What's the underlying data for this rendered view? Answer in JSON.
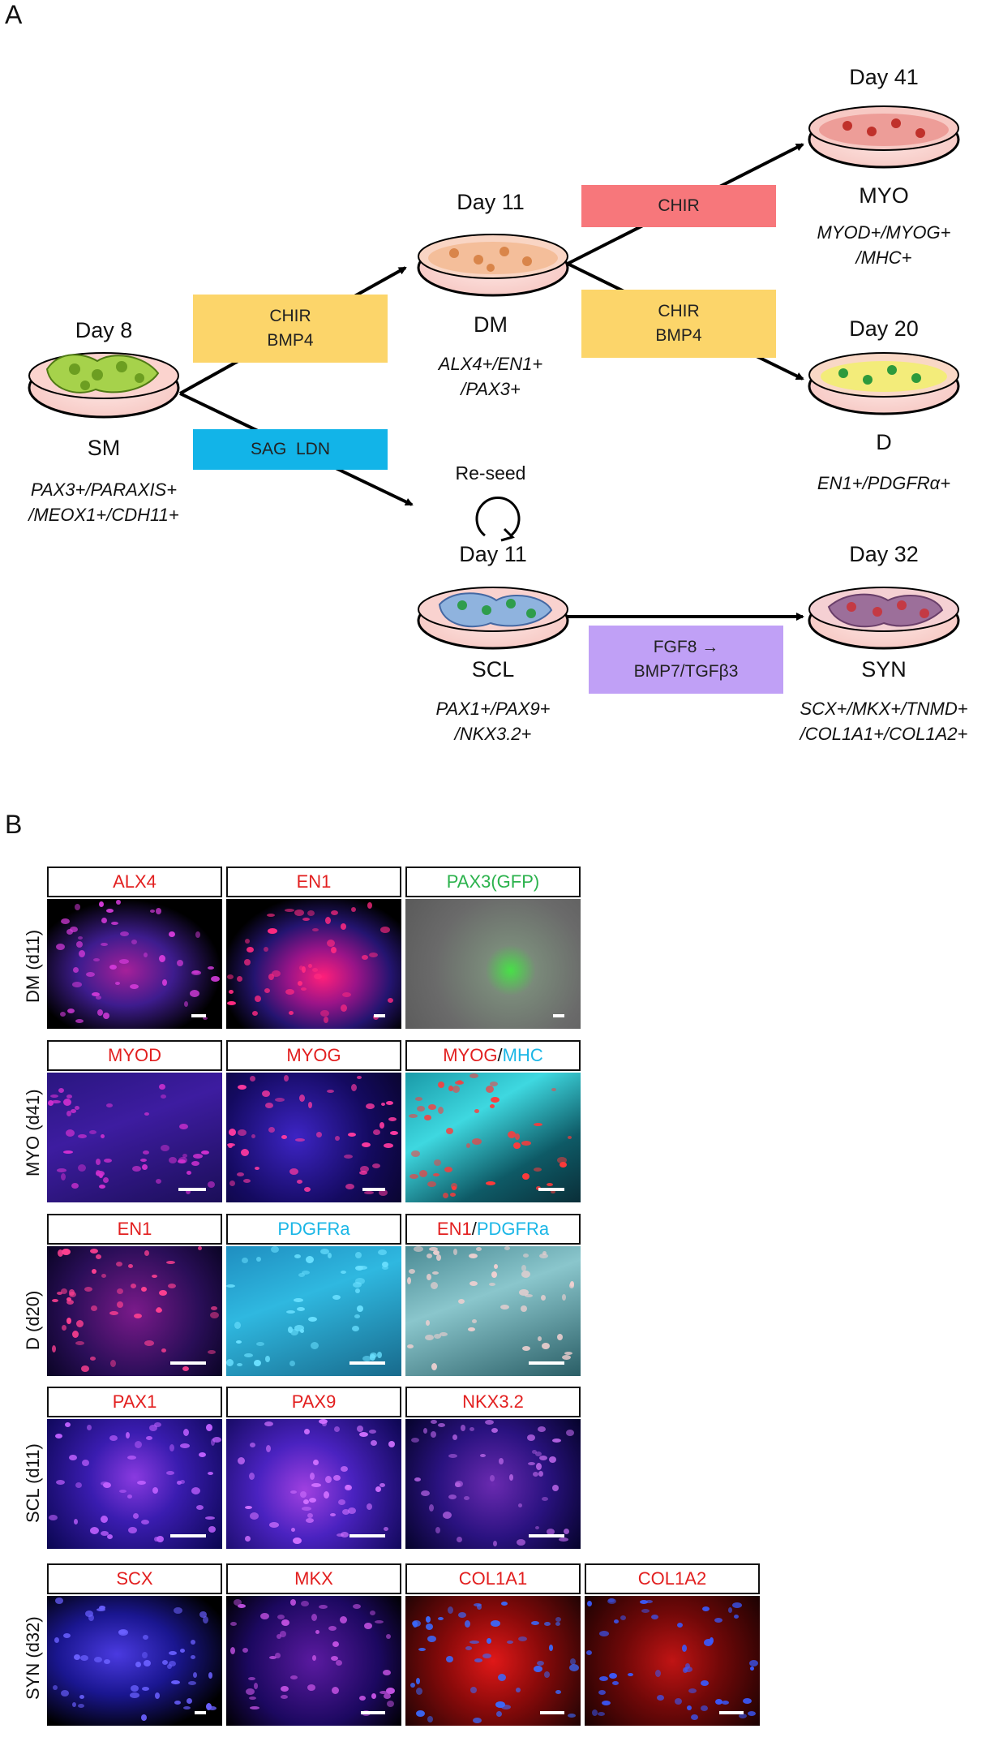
{
  "panel_a": {
    "letter": "A",
    "stages": {
      "sm": {
        "day": "Day 8",
        "name": "SM",
        "markers": [
          "PAX3+/PARAXIS+",
          "/MEOX1+/CDH11+"
        ]
      },
      "dm": {
        "day": "Day 11",
        "name": "DM",
        "markers": [
          "ALX4+/EN1+",
          "/PAX3+"
        ]
      },
      "scl": {
        "day": "Day 11",
        "name": "SCL",
        "pre_label": "Re-seed",
        "markers": [
          "PAX1+/PAX9+",
          "/NKX3.2+"
        ]
      },
      "myo": {
        "day": "Day 41",
        "name": "MYO",
        "markers": [
          "MYOD+/MYOG+",
          "/MHC+"
        ]
      },
      "d": {
        "day": "Day 20",
        "name": "D",
        "markers": [
          "EN1+/PDGFRα+"
        ]
      },
      "syn": {
        "day": "Day 32",
        "name": "SYN",
        "markers": [
          "SCX+/MKX+/TNMD+",
          "/COL1A1+/COL1A2+"
        ]
      }
    },
    "conditions": {
      "chir_bmp4_dm": {
        "line1": "CHIR",
        "line2": "BMP4",
        "color": "#fcd56a"
      },
      "sag_ldn": {
        "line1": "SAG  LDN",
        "color": "#12b4e8"
      },
      "chir_myo": {
        "line1": "CHIR",
        "color": "#f7777b"
      },
      "chir_bmp4_d": {
        "line1": "CHIR",
        "line2": "BMP4",
        "color": "#fcd56a"
      },
      "fgf8": {
        "line1": "FGF8 →",
        "line2": "BMP7/TGFβ3",
        "color": "#c0a0f6"
      }
    }
  },
  "panel_b": {
    "letter": "B",
    "rows": [
      {
        "label": "DM (d11)",
        "panels": [
          {
            "parts": [
              {
                "text": "ALX4",
                "color": "red"
              }
            ]
          },
          {
            "parts": [
              {
                "text": "EN1",
                "color": "red"
              }
            ]
          },
          {
            "parts": [
              {
                "text": "PAX3(GFP)",
                "color": "green"
              }
            ]
          }
        ]
      },
      {
        "label": "MYO (d41)",
        "panels": [
          {
            "parts": [
              {
                "text": "MYOD",
                "color": "red"
              }
            ]
          },
          {
            "parts": [
              {
                "text": "MYOG",
                "color": "red"
              }
            ]
          },
          {
            "parts": [
              {
                "text": "MYOG",
                "color": "red"
              },
              {
                "text": "/",
                "color": "dark"
              },
              {
                "text": "MHC",
                "color": "cyan"
              }
            ]
          }
        ]
      },
      {
        "label": "D (d20)",
        "panels": [
          {
            "parts": [
              {
                "text": "EN1",
                "color": "red"
              }
            ]
          },
          {
            "parts": [
              {
                "text": "PDGFRa",
                "color": "cyan"
              }
            ]
          },
          {
            "parts": [
              {
                "text": "EN1",
                "color": "red"
              },
              {
                "text": "/",
                "color": "dark"
              },
              {
                "text": "PDGFRa",
                "color": "cyan"
              }
            ]
          }
        ]
      },
      {
        "label": "SCL (d11)",
        "panels": [
          {
            "parts": [
              {
                "text": "PAX1",
                "color": "red"
              }
            ]
          },
          {
            "parts": [
              {
                "text": "PAX9",
                "color": "red"
              }
            ]
          },
          {
            "parts": [
              {
                "text": "NKX3.2",
                "color": "red"
              }
            ]
          }
        ]
      },
      {
        "label": "SYN (d32)",
        "panels": [
          {
            "parts": [
              {
                "text": "SCX",
                "color": "red"
              }
            ]
          },
          {
            "parts": [
              {
                "text": "MKX",
                "color": "red"
              }
            ]
          },
          {
            "parts": [
              {
                "text": "COL1A1",
                "color": "red"
              }
            ]
          },
          {
            "parts": [
              {
                "text": "COL1A2",
                "color": "red"
              }
            ]
          }
        ]
      }
    ]
  }
}
